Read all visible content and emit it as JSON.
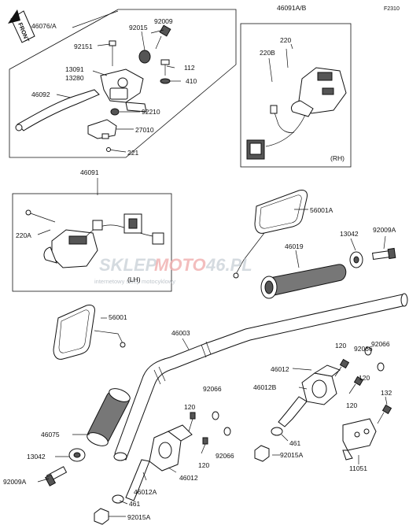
{
  "diagram_code": "F2310",
  "front_arrow_label": "FRONT",
  "watermark": {
    "brand_left": "SKLEP",
    "brand_mid": "MOTO",
    "brand_right": "46.PL",
    "tagline": "internetowy sklep motocyklowy"
  },
  "side_labels": {
    "right": "(RH)",
    "left": "(LH)"
  },
  "parts": [
    {
      "id": "p1",
      "number": "46076/A"
    },
    {
      "id": "p2",
      "number": "92009"
    },
    {
      "id": "p3",
      "number": "46091A/B"
    },
    {
      "id": "p4",
      "number": "92151"
    },
    {
      "id": "p5",
      "number": "92015"
    },
    {
      "id": "p6",
      "number": "220"
    },
    {
      "id": "p7",
      "number": "220B"
    },
    {
      "id": "p8",
      "number": "13091"
    },
    {
      "id": "p9",
      "number": "13280"
    },
    {
      "id": "p10",
      "number": "112"
    },
    {
      "id": "p11",
      "number": "410"
    },
    {
      "id": "p12",
      "number": "46092"
    },
    {
      "id": "p13",
      "number": "92210"
    },
    {
      "id": "p14",
      "number": "27010"
    },
    {
      "id": "p15",
      "number": "221"
    },
    {
      "id": "p16",
      "number": "46091"
    },
    {
      "id": "p17",
      "number": "56001A"
    },
    {
      "id": "p18",
      "number": "220A"
    },
    {
      "id": "p19",
      "number": "46019"
    },
    {
      "id": "p20",
      "number": "13042"
    },
    {
      "id": "p21",
      "number": "92009A"
    },
    {
      "id": "p22",
      "number": "56001"
    },
    {
      "id": "p23",
      "number": "46003"
    },
    {
      "id": "p24",
      "number": "92066"
    },
    {
      "id": "p25",
      "number": "120"
    },
    {
      "id": "p26",
      "number": "92066"
    },
    {
      "id": "p27",
      "number": "46012"
    },
    {
      "id": "p28",
      "number": "120"
    },
    {
      "id": "p29",
      "number": "46012B"
    },
    {
      "id": "p30",
      "number": "92066"
    },
    {
      "id": "p31",
      "number": "120"
    },
    {
      "id": "p32",
      "number": "132"
    },
    {
      "id": "p33",
      "number": "46075"
    },
    {
      "id": "p34",
      "number": "120"
    },
    {
      "id": "p35",
      "number": "461"
    },
    {
      "id": "p36",
      "number": "13042"
    },
    {
      "id": "p37",
      "number": "92066"
    },
    {
      "id": "p38",
      "number": "46012"
    },
    {
      "id": "p39",
      "number": "120"
    },
    {
      "id": "p40",
      "number": "92015A"
    },
    {
      "id": "p41",
      "number": "11051"
    },
    {
      "id": "p42",
      "number": "92009A"
    },
    {
      "id": "p43",
      "number": "46012A"
    },
    {
      "id": "p44",
      "number": "461"
    },
    {
      "id": "p45",
      "number": "92015A"
    }
  ]
}
